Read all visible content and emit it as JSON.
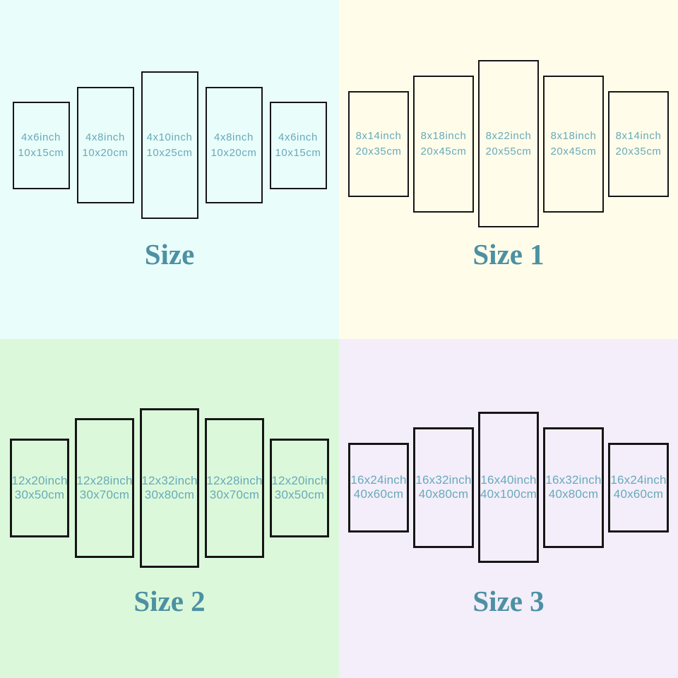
{
  "colors": {
    "label_text": "#69a9ba",
    "title_text": "#4d90a3",
    "panel_border": "#161616"
  },
  "quadrants": [
    {
      "title": "Size",
      "bg": "#e9fdfb",
      "panels": [
        {
          "inch": "4x6inch",
          "cm": "10x15cm"
        },
        {
          "inch": "4x8inch",
          "cm": "10x20cm"
        },
        {
          "inch": "4x10inch",
          "cm": "10x25cm"
        },
        {
          "inch": "4x8inch",
          "cm": "10x20cm"
        },
        {
          "inch": "4x6inch",
          "cm": "10x15cm"
        }
      ]
    },
    {
      "title": "Size 1",
      "bg": "#fffdea",
      "panels": [
        {
          "inch": "8x14inch",
          "cm": "20x35cm"
        },
        {
          "inch": "8x18inch",
          "cm": "20x45cm"
        },
        {
          "inch": "8x22inch",
          "cm": "20x55cm"
        },
        {
          "inch": "8x18inch",
          "cm": "20x45cm"
        },
        {
          "inch": "8x14inch",
          "cm": "20x35cm"
        }
      ]
    },
    {
      "title": "Size 2",
      "bg": "#dbf9da",
      "panels": [
        {
          "inch": "12x20inch",
          "cm": "30x50cm"
        },
        {
          "inch": "12x28inch",
          "cm": "30x70cm"
        },
        {
          "inch": "12x32inch",
          "cm": "30x80cm"
        },
        {
          "inch": "12x28inch",
          "cm": "30x70cm"
        },
        {
          "inch": "12x20inch",
          "cm": "30x50cm"
        }
      ]
    },
    {
      "title": "Size 3",
      "bg": "#f3eefa",
      "panels": [
        {
          "inch": "16x24inch",
          "cm": "40x60cm"
        },
        {
          "inch": "16x32inch",
          "cm": "40x80cm"
        },
        {
          "inch": "16x40inch",
          "cm": "40x100cm"
        },
        {
          "inch": "16x32inch",
          "cm": "40x80cm"
        },
        {
          "inch": "16x24inch",
          "cm": "40x60cm"
        }
      ]
    }
  ]
}
